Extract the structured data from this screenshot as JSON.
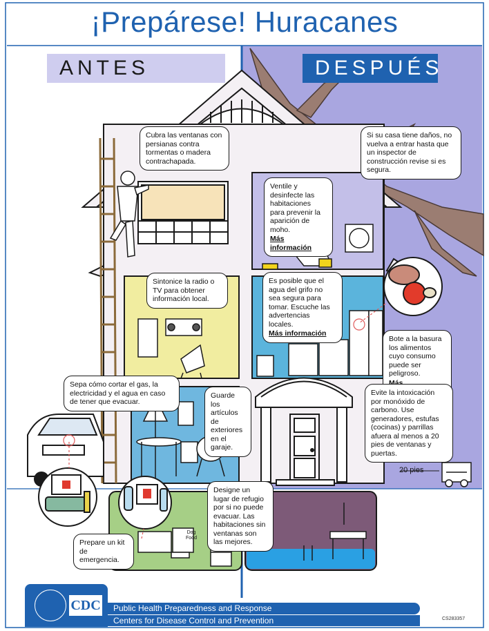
{
  "page": {
    "title": "¡Prepárese! Huracanes",
    "before_label": "ANTES",
    "after_label": "DESPUÉS"
  },
  "tips": {
    "windows": "Cubra las ventanas con persianas contra tormentas o madera contrachapada.",
    "radio": "Sintonice la radio o TV para obtener información local.",
    "utilities": "Sepa cómo cortar el gas, la electricidad y el agua en caso de tener que evacuar.",
    "outdoor": "Guarde los artículos de exteriores en el garaje.",
    "kit": "Prepare un kit de emergencia.",
    "shelter": "Designe un lugar de refugio por si no puede evacuar. Las habitaciones sin ventanas son las mejores.",
    "damage": "Si su casa tiene daños, no vuelva a entrar hasta que un inspector de construcción revise si es segura.",
    "mold": "Ventile y desinfecte las habitaciones para prevenir la aparición de moho.",
    "water": "Es posible que el agua del grifo no sea segura para tomar. Escuche las advertencias locales.",
    "food": "Bote a la basura los alimentos cuyo consumo puede ser peligroso.",
    "co": "Evite la intoxicación por monóxido de carbono. Use generadores, estufas (cocinas) y parrillas afuera al menos a 20 pies de ventanas y puertas."
  },
  "links": {
    "more_info": "Más información"
  },
  "labels": {
    "distance": "20 pies",
    "dog_food": "Dog Food"
  },
  "footer": {
    "logo_text": "CDC",
    "line1": "Public Health Preparedness and Response",
    "line2": "Centers for Disease Control and Prevention",
    "code": "CS283357"
  },
  "colors": {
    "brand_blue": "#1f62b0",
    "antes_bg": "#cfcdef",
    "despues_bg": "#a9a6e0",
    "attic_bg": "#c3bfe8",
    "living_yellow": "#f1eda0",
    "garage_blue": "#6fb7df",
    "kitchen_blue": "#5bb4dc",
    "shelter_green": "#a6cf86",
    "flooded_basement": "#7d5a78",
    "water_blue": "#2aa0e3",
    "house_wall": "#f4f0f4",
    "tree": "#9b7d72"
  }
}
